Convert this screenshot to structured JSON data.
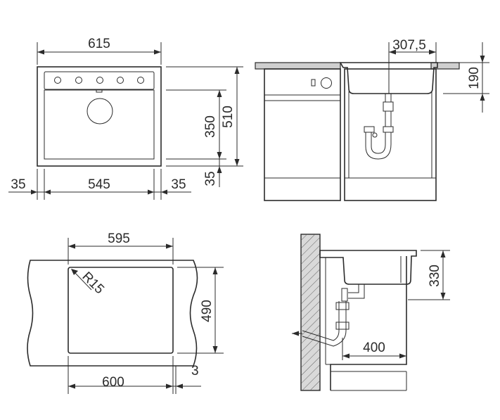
{
  "dimensions": {
    "top_view": {
      "overall_width": "615",
      "left_margin": "35",
      "inner_width": "545",
      "right_margin": "35",
      "basin_depth": "350",
      "overall_depth": "510",
      "front_margin": "35"
    },
    "side_view": {
      "drain_offset": "307,5",
      "sink_height": "190"
    },
    "cutout_view": {
      "cutout_width": "595",
      "corner_radius": "R15",
      "cutout_depth": "490",
      "cabinet_width": "600",
      "gap": "3"
    },
    "section_view": {
      "basin_depth": "330",
      "distance": "400"
    }
  }
}
